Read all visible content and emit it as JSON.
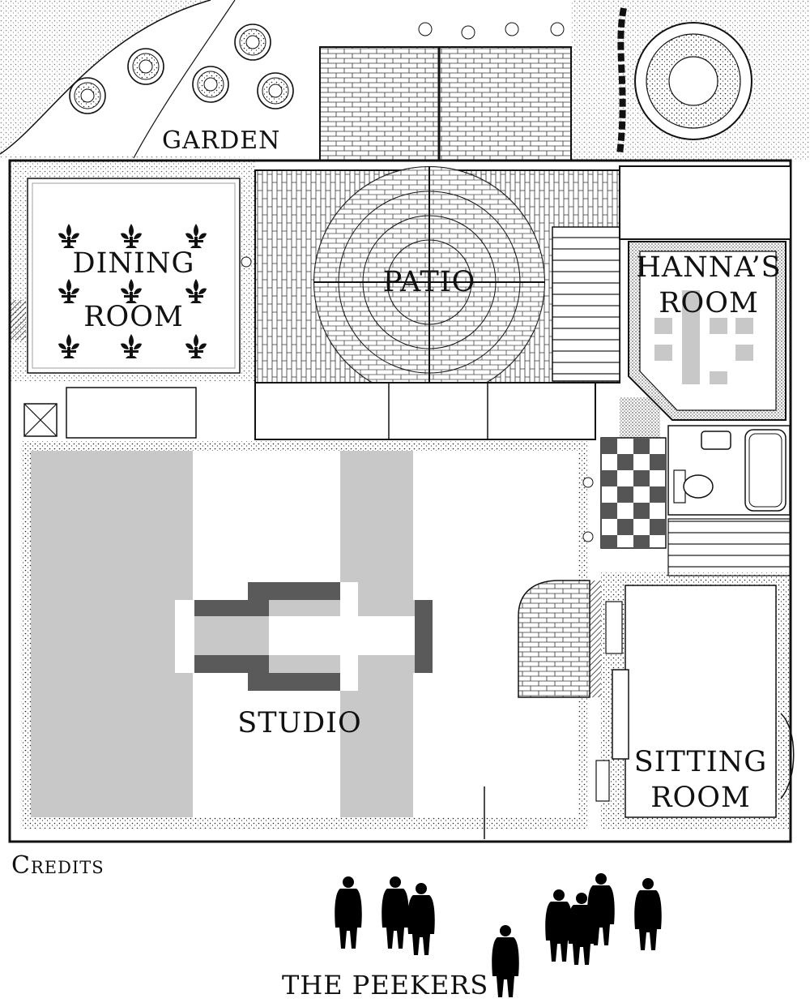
{
  "rooms": {
    "garden": "GARDEN",
    "dining_line1": "DINING",
    "dining_line2": "ROOM",
    "patio": "PATIO",
    "hanna_line1": "HANNA’S",
    "hanna_line2": "ROOM",
    "studio": "STUDIO",
    "sitting_line1": "SITTING",
    "sitting_line2": "ROOM"
  },
  "footer": {
    "credits": "Credits",
    "peekers": "THE PEEKERS"
  },
  "colors": {
    "ink": "#111111",
    "shade_light": "#c8c8c8",
    "shade_dark": "#5a5a5a",
    "paper": "#ffffff"
  }
}
